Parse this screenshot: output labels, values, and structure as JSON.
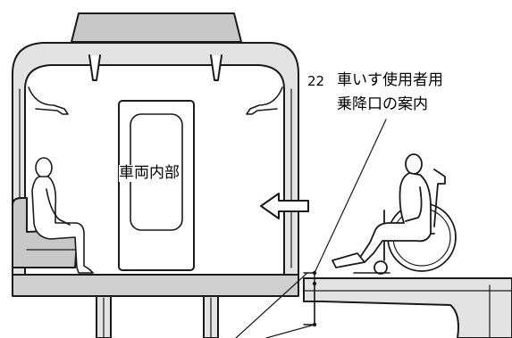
{
  "figure": {
    "interior_label": "車両内部",
    "callout": {
      "number": "22",
      "line1": "車いす使用者用",
      "line2": "乗降口の案内"
    }
  },
  "icons": {
    "seated_passenger": "seated-person-icon",
    "wheelchair_user": "wheelchair-user-icon",
    "direction_arrow": "arrow-left-icon"
  },
  "colors": {
    "roof": "#c8c8c8",
    "wall": "#e3e3e3",
    "floor": "#cfcfcf",
    "outline": "#1a1a1a",
    "figure_fill": "#ffffff"
  }
}
